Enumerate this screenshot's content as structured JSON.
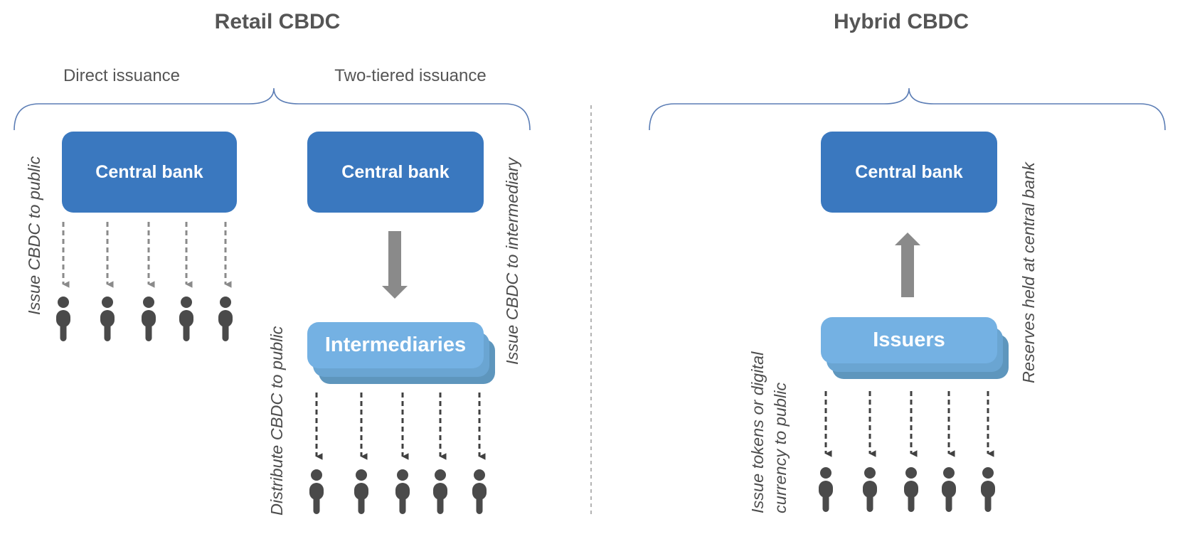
{
  "left": {
    "title": "Retail CBDC",
    "direct": {
      "label": "Direct issuance",
      "central_bank": "Central bank",
      "side_label": "Issue CBDC to public"
    },
    "two_tier": {
      "label": "Two-tiered issuance",
      "central_bank": "Central bank",
      "intermediaries": "Intermediaries",
      "side_label_right": "Issue CBDC to intermediary",
      "side_label_left": "Distribute CBDC to public"
    }
  },
  "right": {
    "title": "Hybrid CBDC",
    "central_bank": "Central bank",
    "issuers": "Issuers",
    "side_label_right": "Reserves held at central bank",
    "side_label_left_line1": "Issue tokens or digital",
    "side_label_left_line2": "currency to public"
  },
  "colors": {
    "central_bank": "#3a78bf",
    "intermediary_light": "#74b1e3",
    "intermediary_dark": "#5e96bd",
    "arrow_gray": "#888888",
    "person": "#4a4a4a",
    "brace": "#5b7db5"
  },
  "icons": {
    "person": "person-icon",
    "arrow": "dashed-arrow-icon"
  }
}
